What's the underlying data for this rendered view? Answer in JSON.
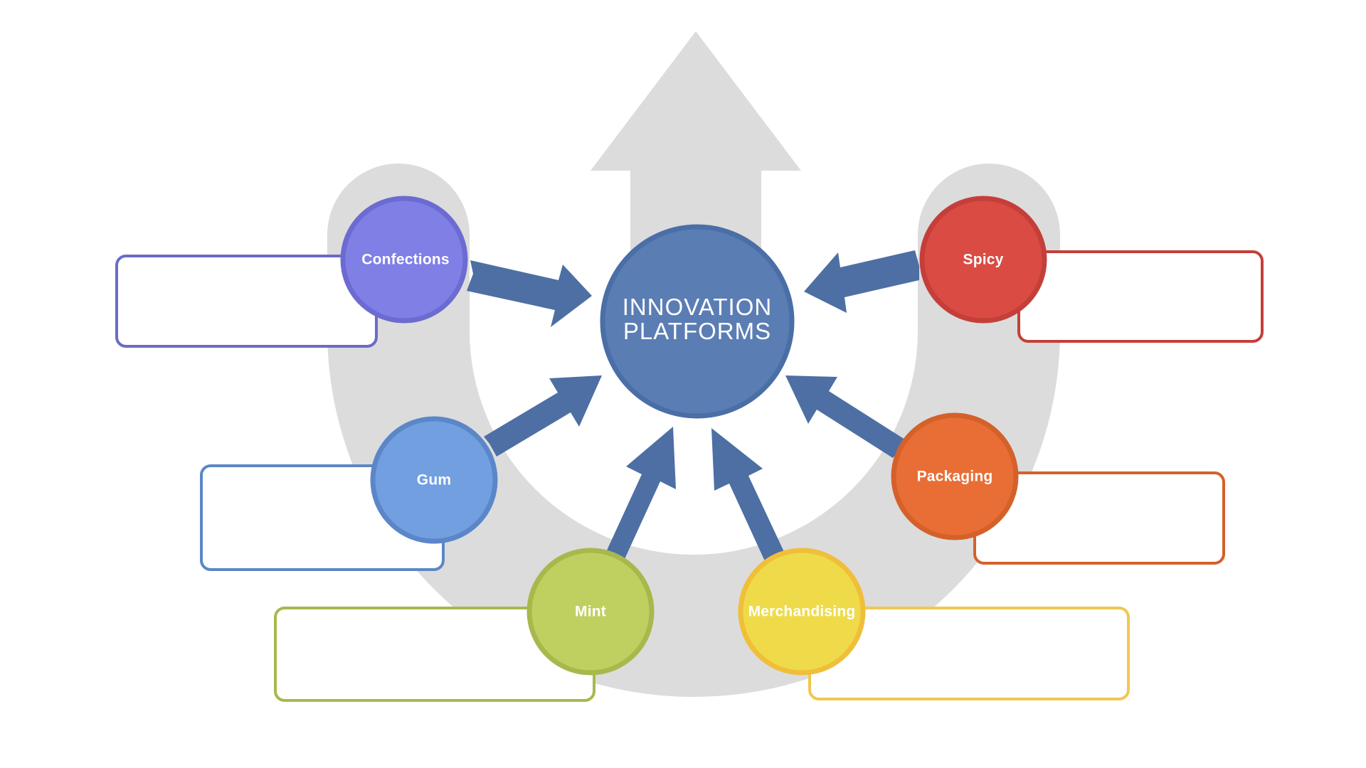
{
  "diagram": {
    "center": {
      "line1": "INNOVATION",
      "line2": "PLATFORMS",
      "color": "#5a7db4",
      "border_color": "#4a6ea6"
    },
    "backdrop_color": "#dcdcdc",
    "arrow_color": "#4d6fa3",
    "nodes": [
      {
        "id": "confections",
        "label": "Confections",
        "color": "#7f7fe6",
        "border": "#6b6bd1",
        "box_border": "#6b6bc8"
      },
      {
        "id": "gum",
        "label": "Gum",
        "color": "#719fe0",
        "border": "#5b87c9",
        "box_border": "#5b87c6"
      },
      {
        "id": "mint",
        "label": "Mint",
        "color": "#c0d060",
        "border": "#a8b84c",
        "box_border": "#a8b84c"
      },
      {
        "id": "merchandising",
        "label": "Merchandising",
        "color": "#efdb4a",
        "border": "#f0bf3a",
        "box_border": "#f0c850"
      },
      {
        "id": "packaging",
        "label": "Packaging",
        "color": "#e86e35",
        "border": "#d4612a",
        "box_border": "#d4612a"
      },
      {
        "id": "spicy",
        "label": "Spicy",
        "color": "#da4b43",
        "border": "#c43f3a",
        "box_border": "#c43f3a"
      }
    ]
  }
}
